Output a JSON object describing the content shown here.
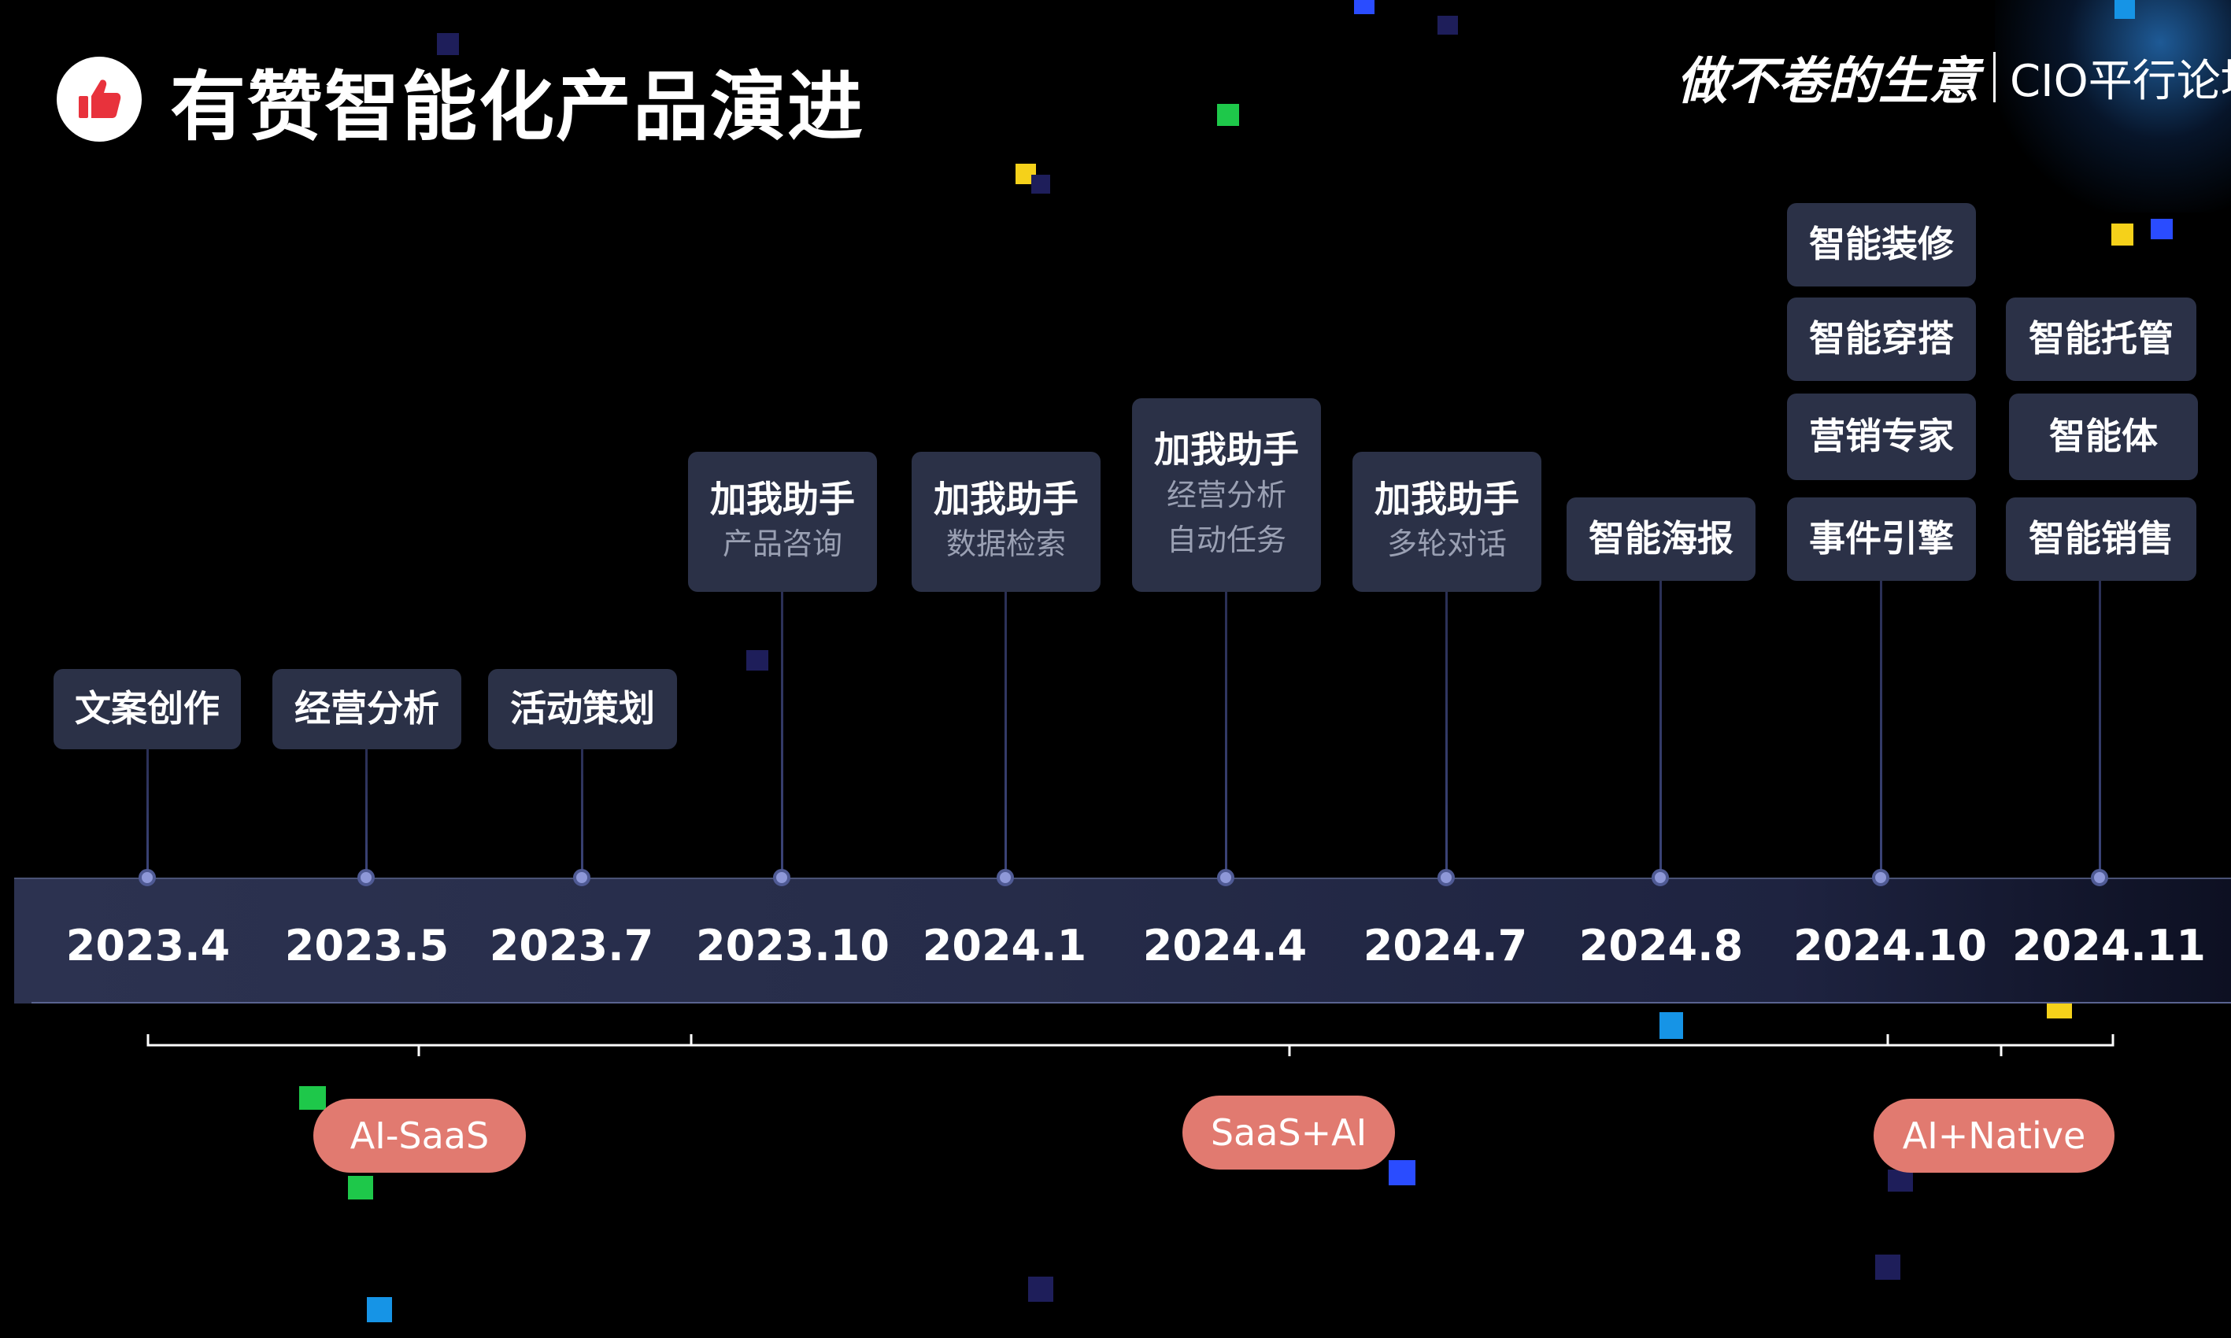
{
  "header": {
    "title": "有赞智能化产品演进",
    "brand_main": "做不卷的生意",
    "brand_sub": "CIO平行论坛"
  },
  "timeline": [
    {
      "date": "2023.4",
      "cards": [
        {
          "title": "文案创作"
        }
      ]
    },
    {
      "date": "2023.5",
      "cards": [
        {
          "title": "经营分析"
        }
      ]
    },
    {
      "date": "2023.7",
      "cards": [
        {
          "title": "活动策划"
        }
      ]
    },
    {
      "date": "2023.10",
      "cards": [
        {
          "title": "加我助手",
          "sub": [
            "产品咨询"
          ]
        }
      ]
    },
    {
      "date": "2024.1",
      "cards": [
        {
          "title": "加我助手",
          "sub": [
            "数据检索"
          ]
        }
      ]
    },
    {
      "date": "2024.4",
      "cards": [
        {
          "title": "加我助手",
          "sub": [
            "经营分析",
            "自动任务"
          ]
        }
      ]
    },
    {
      "date": "2024.7",
      "cards": [
        {
          "title": "加我助手",
          "sub": [
            "多轮对话"
          ]
        }
      ]
    },
    {
      "date": "2024.8",
      "cards": [
        {
          "title": "智能海报"
        }
      ]
    },
    {
      "date": "2024.10",
      "cards": [
        {
          "title": "智能装修"
        },
        {
          "title": "智能穿搭"
        },
        {
          "title": "营销专家"
        },
        {
          "title": "事件引擎"
        }
      ]
    },
    {
      "date": "2024.11",
      "cards": [
        {
          "title": "智能托管"
        },
        {
          "title": "智能体"
        },
        {
          "title": "智能销售"
        }
      ]
    }
  ],
  "phases": [
    {
      "label": "AI-SaaS"
    },
    {
      "label": "SaaS+AI"
    },
    {
      "label": "AI+Native"
    }
  ],
  "colors": {
    "background": "#000000",
    "card": "#2b3147",
    "card_sub_text": "#9aa0b3",
    "phase_pill": "#e17a70",
    "logo_red": "#e8323c",
    "deco_green": "#1ec84a",
    "deco_yellow": "#f5d11a",
    "deco_blue": "#2a4cff",
    "deco_cyan": "#1694e6",
    "deco_navy": "#1e1e5a"
  },
  "icons": {
    "logo": "thumbs-up-icon"
  }
}
